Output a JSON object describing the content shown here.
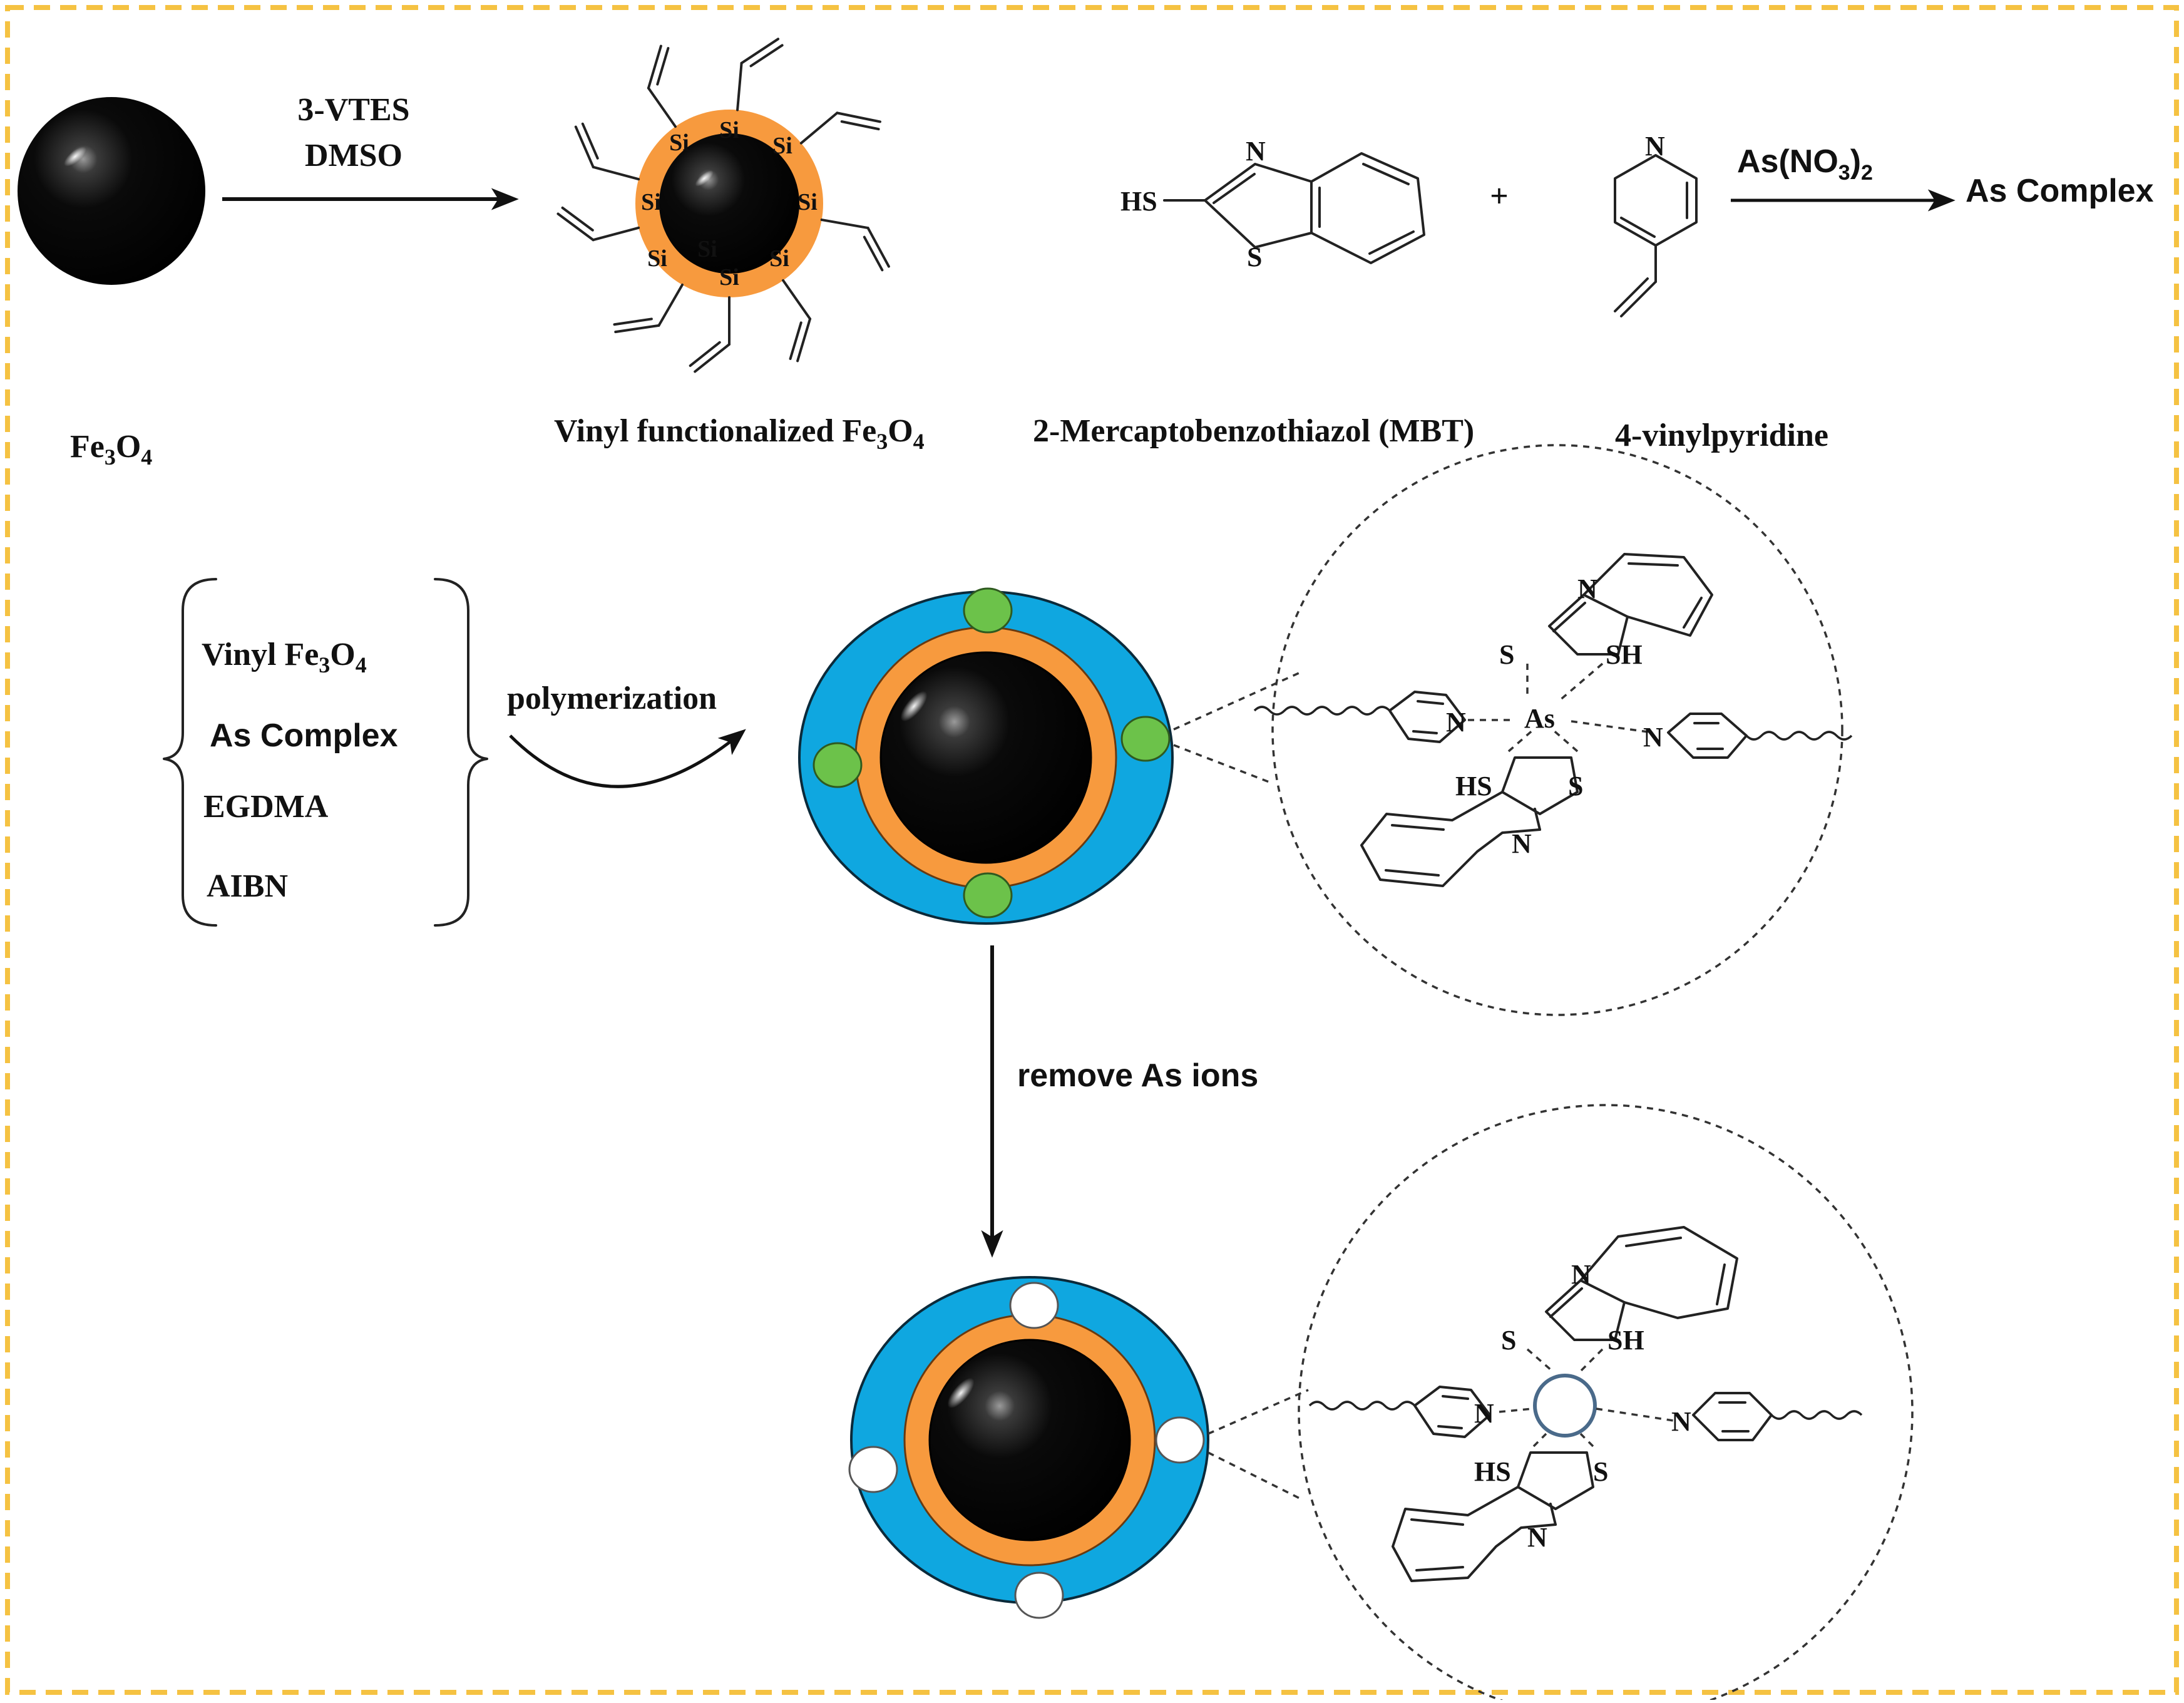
{
  "colors": {
    "frame": "#F5C242",
    "core": "#050505",
    "shell_orange": "#F79A3E",
    "polymer_blue": "#0FA7E0",
    "site_green": "#6CC24A",
    "cavity_white": "#FFFFFF",
    "cavity_ring": "#4A6A8A"
  },
  "step1": {
    "reagent_line1": "3-VTES",
    "reagent_line2": "DMSO",
    "fe3o4_label": "Fe3O4",
    "vinyl_label": "Vinyl functionalized Fe3O4",
    "si_atom": "Si"
  },
  "step2": {
    "mbt_label": "2-Mercaptobenzothiazol (MBT)",
    "vinylpyridine_label": "4-vinylpyridine",
    "plus_sign": "+",
    "reagent": "As(NO3)2",
    "product": "As Complex"
  },
  "step3": {
    "components": [
      "Vinyl Fe3O4",
      "As Complex",
      "EGDMA",
      "AIBN"
    ],
    "arrow_label": "polymerization"
  },
  "step4": {
    "arrow_label": "remove As ions"
  },
  "atoms": {
    "hs": "HS",
    "sh": "SH",
    "n": "N",
    "s": "S",
    "as": "As"
  }
}
